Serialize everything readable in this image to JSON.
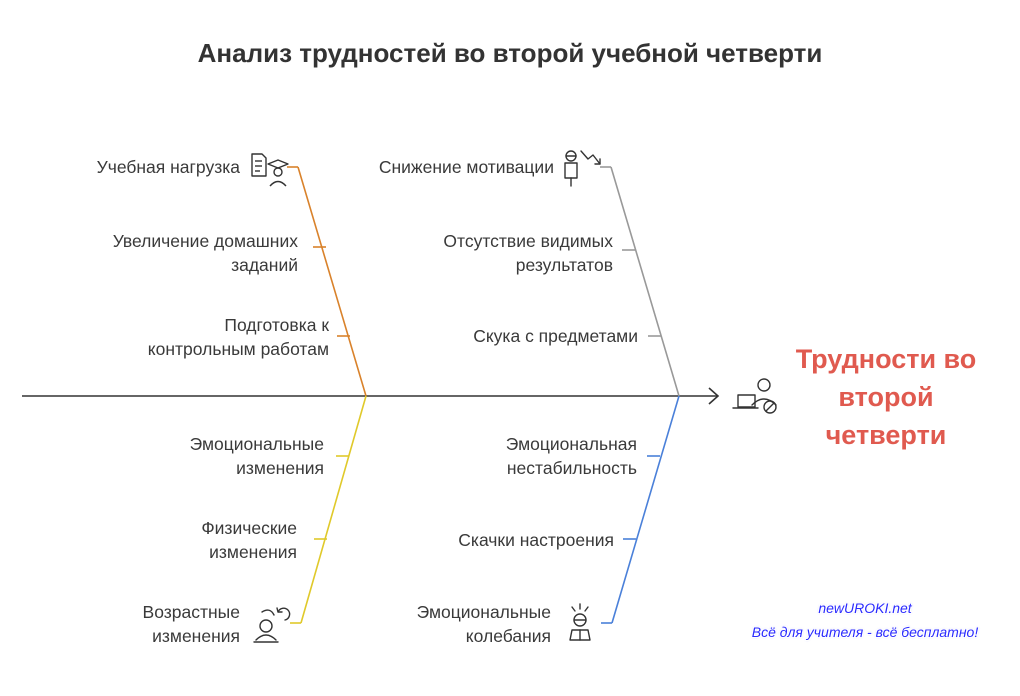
{
  "title": "Анализ трудностей во второй учебной четверти",
  "head": {
    "line1": "Трудности во",
    "line2": "второй",
    "line3": "четверти",
    "color": "#e05a4f"
  },
  "branches": {
    "study": {
      "main": "Учебная нагрузка",
      "cause1_l1": "Увеличение домашних",
      "cause1_l2": "заданий",
      "cause2_l1": "Подготовка к",
      "cause2_l2": "контрольным работам",
      "icon": "student-test-icon",
      "color": "#d9822b"
    },
    "motivation": {
      "main": "Снижение мотивации",
      "cause1_l1": "Отсутствие видимых",
      "cause1_l2": "результатов",
      "cause2": "Скука с предметами",
      "icon": "declining-person-icon",
      "color": "#999999"
    },
    "age": {
      "main_l1": "Возрастные",
      "main_l2": "изменения",
      "cause1_l1": "Эмоциональные",
      "cause1_l2": "изменения",
      "cause2_l1": "Физические",
      "cause2_l2": "изменения",
      "icon": "growing-person-icon",
      "color": "#e0c92a"
    },
    "emotion": {
      "main_l1": "Эмоциональные",
      "main_l2": "колебания",
      "cause1_l1": "Эмоциональная",
      "cause1_l2": "нестабильность",
      "cause2": "Скачки настроения",
      "icon": "stressed-person-icon",
      "color": "#4a80d9"
    }
  },
  "spine_color": "#333333",
  "head_icon": "person-laptop-icon",
  "watermark": {
    "site": "newUROKI.net",
    "slogan": "Всё для учителя - всё бесплатно!"
  }
}
